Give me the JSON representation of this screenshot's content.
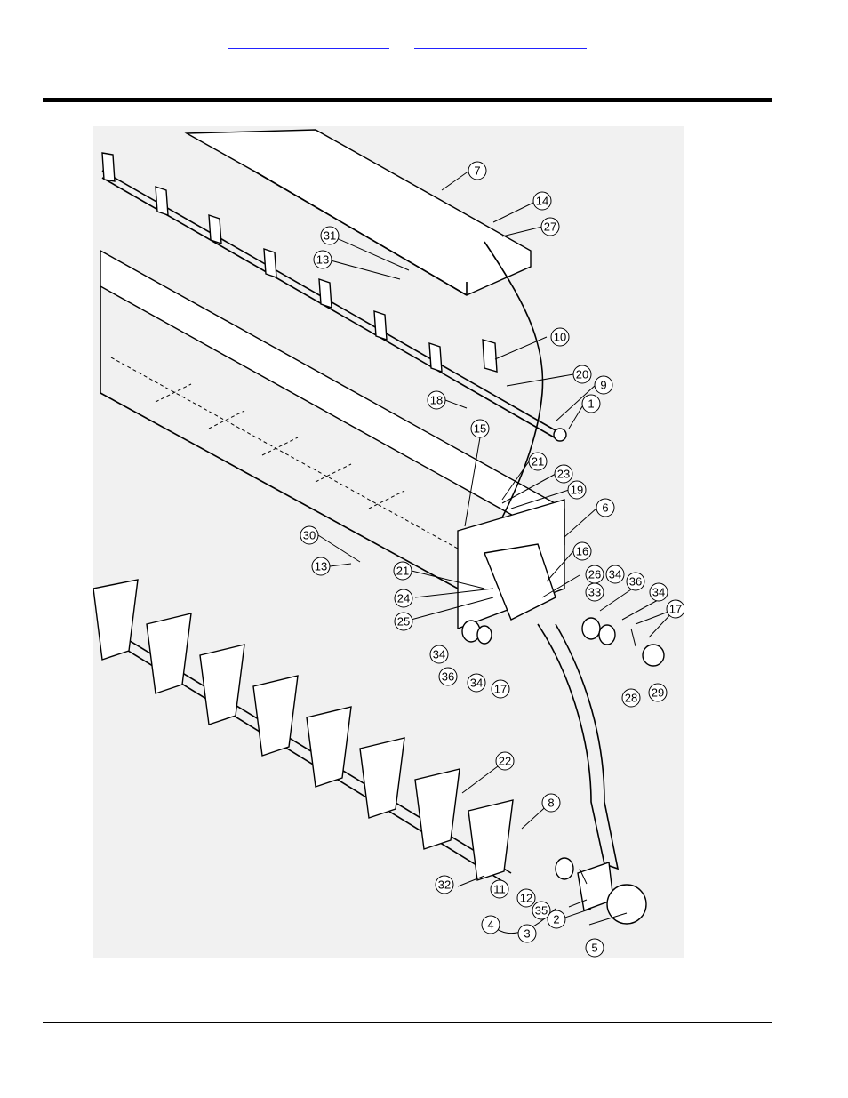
{
  "header": {
    "links": [
      {
        "label": ""
      },
      {
        "label": ""
      }
    ]
  },
  "diagram": {
    "callouts": [
      {
        "label": "7"
      },
      {
        "label": "14"
      },
      {
        "label": "27"
      },
      {
        "label": "31"
      },
      {
        "label": "13"
      },
      {
        "label": "10"
      },
      {
        "label": "20"
      },
      {
        "label": "9"
      },
      {
        "label": "18"
      },
      {
        "label": "1"
      },
      {
        "label": "15"
      },
      {
        "label": "21"
      },
      {
        "label": "23"
      },
      {
        "label": "19"
      },
      {
        "label": "6"
      },
      {
        "label": "30"
      },
      {
        "label": "13"
      },
      {
        "label": "16"
      },
      {
        "label": "21"
      },
      {
        "label": "26"
      },
      {
        "label": "34"
      },
      {
        "label": "24"
      },
      {
        "label": "33"
      },
      {
        "label": "36"
      },
      {
        "label": "34"
      },
      {
        "label": "25"
      },
      {
        "label": "17"
      },
      {
        "label": "34"
      },
      {
        "label": "36"
      },
      {
        "label": "34"
      },
      {
        "label": "17"
      },
      {
        "label": "28"
      },
      {
        "label": "29"
      },
      {
        "label": "22"
      },
      {
        "label": "8"
      },
      {
        "label": "32"
      },
      {
        "label": "11"
      },
      {
        "label": "12"
      },
      {
        "label": "35"
      },
      {
        "label": "2"
      },
      {
        "label": "4"
      },
      {
        "label": "3"
      },
      {
        "label": "5"
      }
    ]
  }
}
